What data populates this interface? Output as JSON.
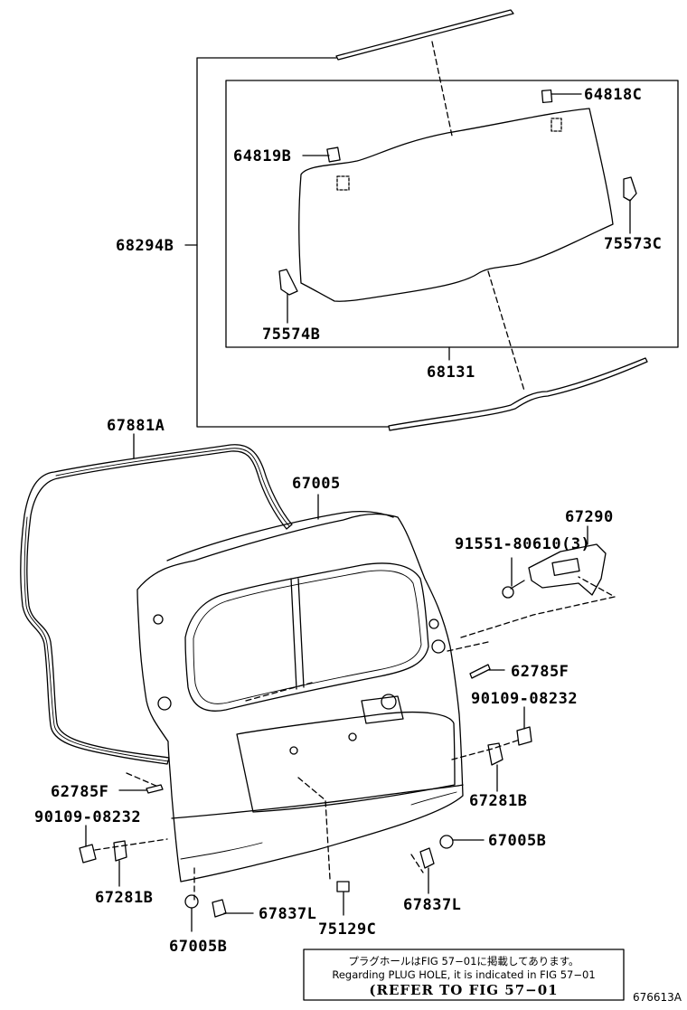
{
  "labels": {
    "p64818C": "64818C",
    "p64819B": "64819B",
    "p68294B": "68294B",
    "p75573C": "75573C",
    "p75574B": "75574B",
    "p68131": "68131",
    "p67881A": "67881A",
    "p67005": "67005",
    "p67290": "67290",
    "p91551": "91551-80610(3)",
    "p62785F_r": "62785F",
    "p90109_r": "90109-08232",
    "p62785F_l": "62785F",
    "p67281B_r": "67281B",
    "p90109_l": "90109-08232",
    "p67005B_r": "67005B",
    "p67281B_l": "67281B",
    "p67837L_c": "67837L",
    "p67837L_r": "67837L",
    "p67005B_l": "67005B",
    "p75129C": "75129C"
  },
  "note": {
    "line_jp": "プラグホールはFIG 57−01に掲載してあります。",
    "line_en": "Regarding PLUG HOLE, it is indicated in FIG 57−01",
    "line_ref": "(REFER TO FIG 57−01"
  },
  "figure_number": "676613A"
}
